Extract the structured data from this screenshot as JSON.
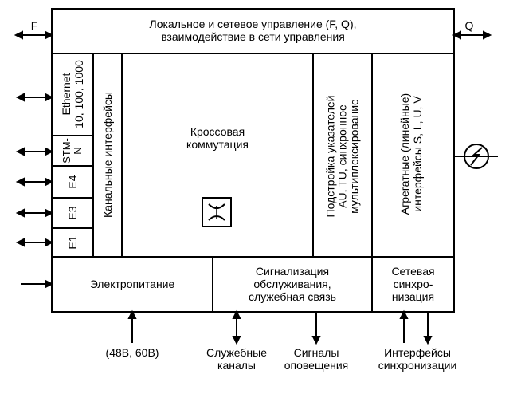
{
  "top_bar": {
    "line1": "Локальное и сетевое управление (F, Q),",
    "line2": "взаимодействие в сети управления"
  },
  "ext_labels": {
    "f": "F",
    "q": "Q"
  },
  "tributaries": {
    "ethernet_line1": "Ethernet",
    "ethernet_line2": "10, 100, 1000",
    "stm_line1": "STM-",
    "stm_line2": "N",
    "e4": "E4",
    "e3": "E3",
    "e1": "E1"
  },
  "blocks": {
    "channel_interfaces": "Канальные интерфейсы",
    "cross_connect_line1": "Кроссовая",
    "cross_connect_line2": "коммутация",
    "pointer_line1": "Подстройка указателей",
    "pointer_line2": "AU, TU, синхронное",
    "pointer_line3": "мультиплексирование",
    "aggregate_line1": "Агрегатные (линейные)",
    "aggregate_line2": "интерфейсы S, L, U, V"
  },
  "bottom": {
    "power": "Электропитание",
    "signaling_line1": "Сигнализация",
    "signaling_line2": "обслуживания,",
    "signaling_line3": "служебная связь",
    "sync_line1": "Сетевая",
    "sync_line2": "синхро-",
    "sync_line3": "низация"
  },
  "outputs": {
    "voltage": "(48В, 60В)",
    "service_line1": "Служебные",
    "service_line2": "каналы",
    "alarm_line1": "Сигналы",
    "alarm_line2": "оповещения",
    "sync_if_line1": "Интерфейсы",
    "sync_if_line2": "синхронизации"
  }
}
